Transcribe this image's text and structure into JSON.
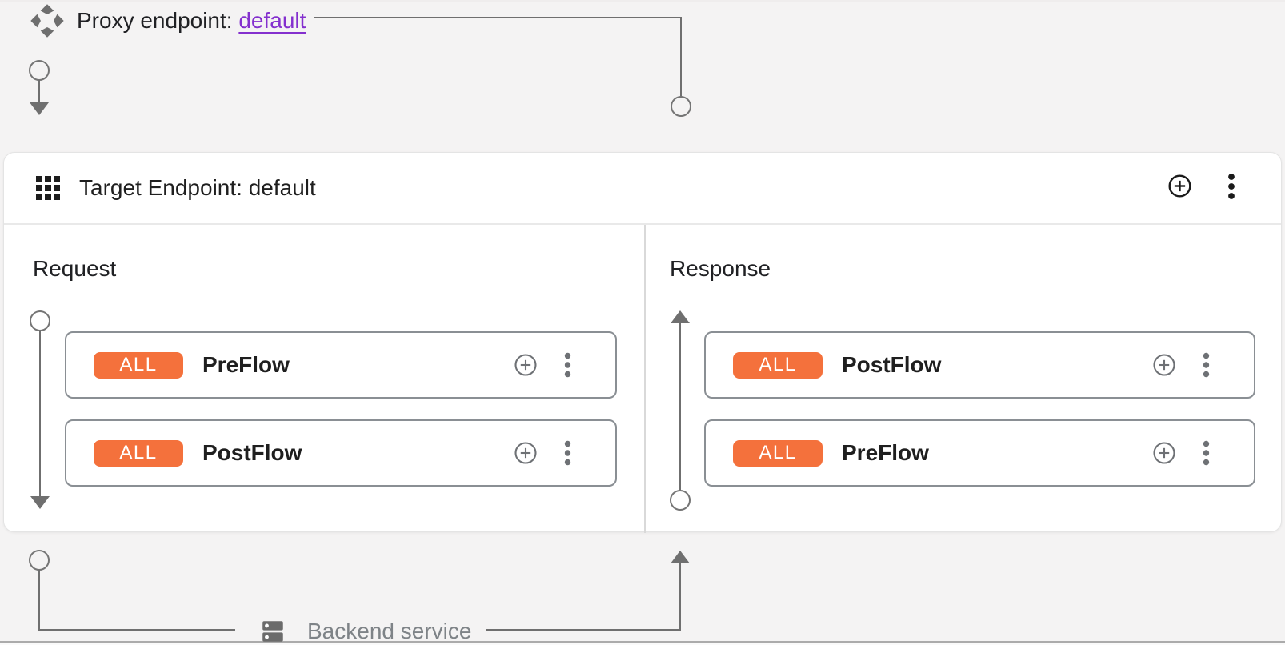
{
  "proxy": {
    "label": "Proxy endpoint:",
    "link_text": "default"
  },
  "target": {
    "title": "Target Endpoint: default",
    "request": {
      "label": "Request",
      "flows": [
        {
          "badge": "ALL",
          "name": "PreFlow"
        },
        {
          "badge": "ALL",
          "name": "PostFlow"
        }
      ]
    },
    "response": {
      "label": "Response",
      "flows": [
        {
          "badge": "ALL",
          "name": "PostFlow"
        },
        {
          "badge": "ALL",
          "name": "PreFlow"
        }
      ]
    }
  },
  "backend": {
    "label": "Backend service"
  },
  "colors": {
    "background": "#f4f3f3",
    "card_background": "#ffffff",
    "badge_orange": "#f4713c",
    "link_purple": "#8430ce",
    "connector_gray": "#6f6f6f",
    "flow_border_gray": "#8a8f94",
    "divider": "#d9d9d9",
    "text_primary": "#202124",
    "text_secondary": "#7e8387"
  }
}
